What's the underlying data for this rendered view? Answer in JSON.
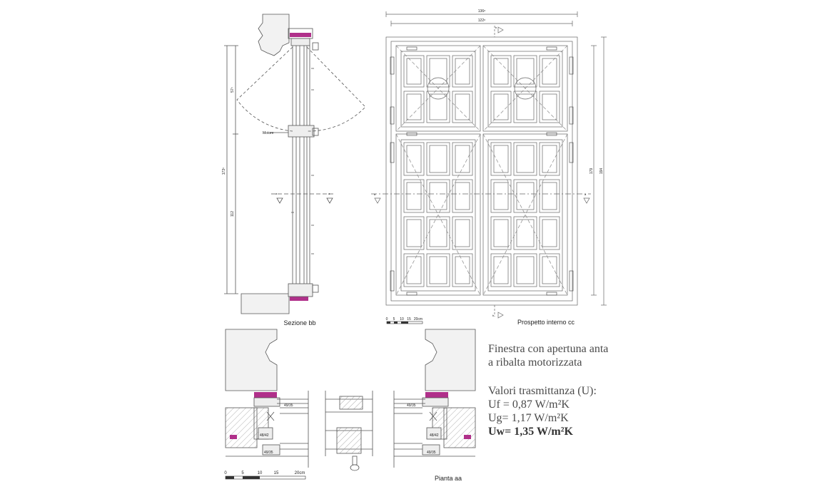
{
  "labels": {
    "section_bb": "Sezione bb",
    "elevation_cc": "Prospetto interno cc",
    "plan_aa": "Pianta aa",
    "motor": "Motore",
    "section_marker": "b",
    "cut_marker": "a"
  },
  "dimensions": {
    "overall_width": "136⁸",
    "inner_width": "122⁸",
    "section_upper": "57⁵",
    "section_lower": "112",
    "section_total": "173⁵",
    "elev_inner_height": "179",
    "elev_total_height": "194"
  },
  "scale_bar_top": {
    "ticks": [
      "0",
      "5",
      "10",
      "15",
      "20cm"
    ]
  },
  "scale_bar_bottom": {
    "ticks": [
      "0",
      "5",
      "10",
      "15",
      "20cm"
    ]
  },
  "profiles": {
    "left_top": "49/35",
    "left_mid": "48/42",
    "left_bot": "49/35",
    "right_top": "49/35",
    "right_mid": "48/42",
    "right_bot": "49/35"
  },
  "description": {
    "title_line1": "Finestra con apertuna anta",
    "title_line2": "a ribalta motorizzata",
    "values_heading": "Valori trasmittanza (U):",
    "uf": "Uf = 0,87 W/m²K",
    "ug": "Ug= 1,17 W/m²K",
    "uw": "Uw= 1,35 W/m²K"
  },
  "colors": {
    "line": "#555555",
    "accent_magenta": "#b0308a",
    "wall_fill": "#f2f2f2"
  }
}
